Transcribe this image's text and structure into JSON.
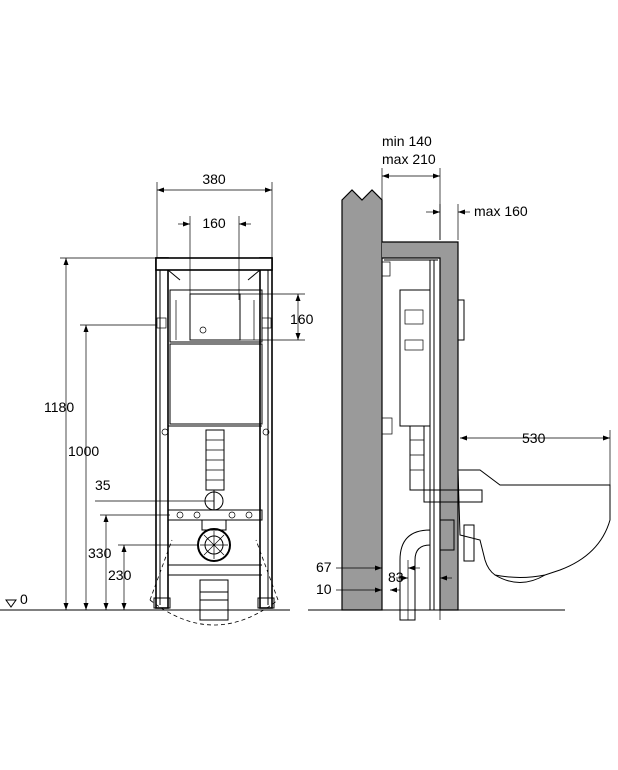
{
  "front_view": {
    "dims": {
      "width_total": "380",
      "width_inner": "160",
      "height_box": "160",
      "height_1180": "1180",
      "height_1000": "1000",
      "height_35": "35",
      "height_330": "330",
      "height_230": "230",
      "floor_zero": "0"
    }
  },
  "side_view": {
    "dims": {
      "depth_min": "min 140",
      "depth_max": "max 210",
      "offset_max": "max 160",
      "bowl_length": "530",
      "dim_67": "67",
      "dim_83": "83",
      "dim_10": "10"
    }
  }
}
